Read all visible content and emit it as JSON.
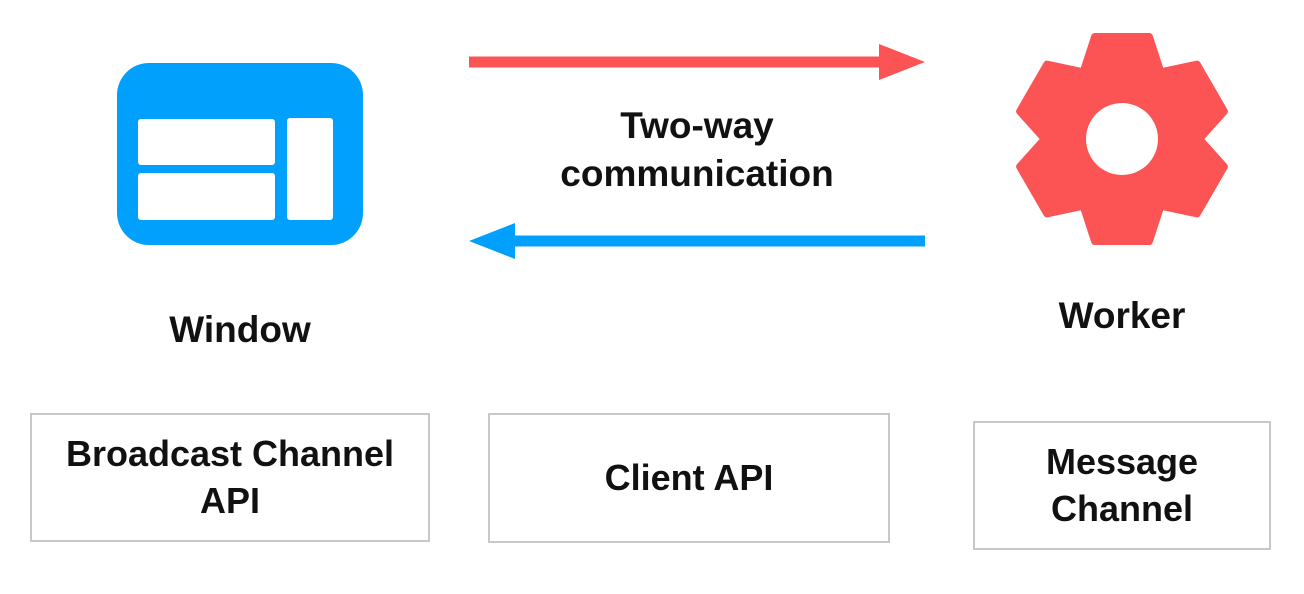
{
  "nodes": {
    "window": {
      "label": "Window",
      "color": "#00A0FC"
    },
    "worker": {
      "label": "Worker",
      "color": "#FC5355"
    }
  },
  "communication": {
    "label": "Two-way communication",
    "window_to_worker_arrow_color": "#FC5355",
    "worker_to_window_arrow_color": "#00A0FC"
  },
  "channels": [
    {
      "label": "Broadcast Channel API"
    },
    {
      "label": "Client API"
    },
    {
      "label": "Message Channel"
    }
  ],
  "colors": {
    "background": "#FFFFFF",
    "text": "#111111",
    "box_border": "#C8C8C8"
  }
}
